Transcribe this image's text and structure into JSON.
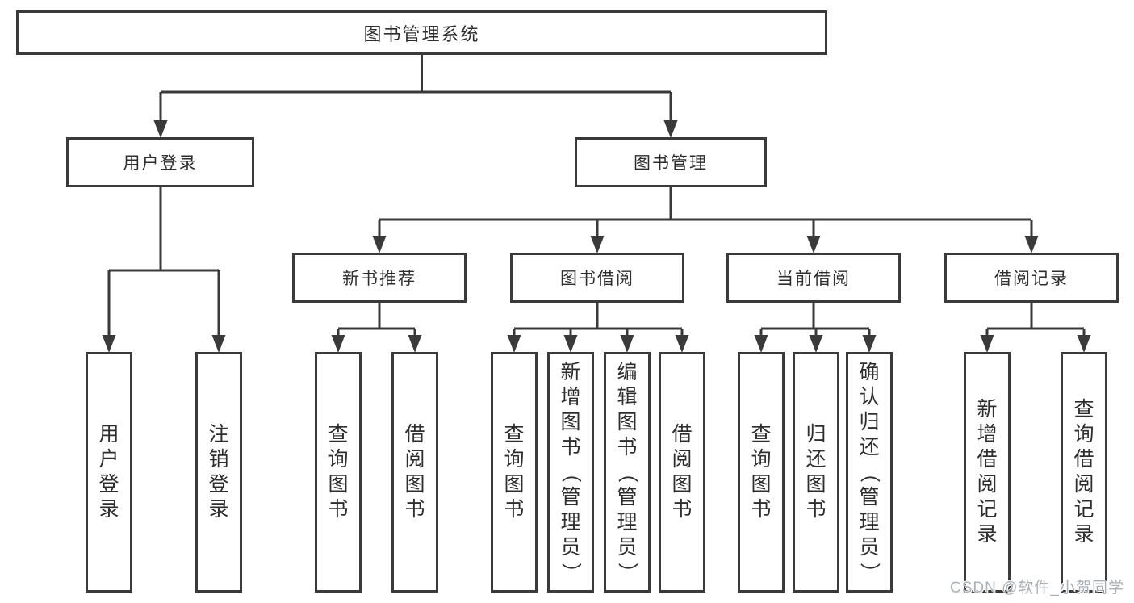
{
  "diagram_type": "hierarchy-tree",
  "colors": {
    "line": "#3a3a3a",
    "box_border": "#3a3a3a",
    "box_fill": "#ffffff",
    "text": "#2e2e2e",
    "watermark_text": "#aab0b6",
    "background": "#ffffff"
  },
  "watermark": {
    "text": "CSDN @软件_小贺同学"
  },
  "tree": {
    "label": "图书管理系统",
    "children": [
      {
        "label": "用户登录",
        "children": [
          {
            "label": "用户登录"
          },
          {
            "label": "注销登录"
          }
        ]
      },
      {
        "label": "图书管理",
        "children": [
          {
            "label": "新书推荐",
            "children": [
              {
                "label": "查询图书"
              },
              {
                "label": "借阅图书"
              }
            ]
          },
          {
            "label": "图书借阅",
            "children": [
              {
                "label": "查询图书"
              },
              {
                "label": "新增图书（管理员）"
              },
              {
                "label": "编辑图书（管理员）"
              },
              {
                "label": "借阅图书"
              }
            ]
          },
          {
            "label": "当前借阅",
            "children": [
              {
                "label": "查询图书"
              },
              {
                "label": "归还图书"
              },
              {
                "label": "确认归还（管理员）"
              }
            ]
          },
          {
            "label": "借阅记录",
            "children": [
              {
                "label": "新增借阅记录"
              },
              {
                "label": "查询借阅记录"
              }
            ]
          }
        ]
      }
    ]
  }
}
